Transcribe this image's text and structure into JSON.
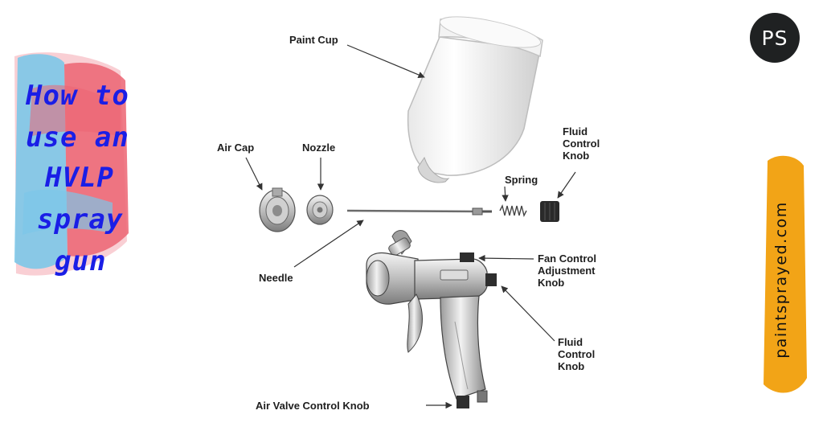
{
  "title": {
    "lines": [
      "How to",
      "use an",
      "HVLP",
      "spray",
      "gun"
    ],
    "color": "#1a1ee6"
  },
  "badge": {
    "text": "PS",
    "color": "#1f2122"
  },
  "site": {
    "text": "paintsprayed.com",
    "brush_color": "#f2a417"
  },
  "brush_colors": {
    "blue": "#7cc6e8",
    "red": "#ec6472",
    "pink": "#f4a7b0"
  },
  "icons": [
    "paint-cup-icon",
    "air-cap-icon",
    "nozzle-icon",
    "needle-icon",
    "spring-icon",
    "fluid-control-knob-icon",
    "spray-gun-icon"
  ],
  "labels": {
    "paint_cup": "Paint Cup",
    "air_cap": "Air Cap",
    "nozzle": "Nozzle",
    "spring": "Spring",
    "fluid_knob_top": [
      "Fluid",
      "Control",
      "Knob"
    ],
    "needle": "Needle",
    "fan_control": [
      "Fan Control",
      "Adjustment",
      "Knob"
    ],
    "fluid_knob_bottom": [
      "Fluid",
      "Control",
      "Knob"
    ],
    "air_valve": "Air Valve Control Knob"
  }
}
